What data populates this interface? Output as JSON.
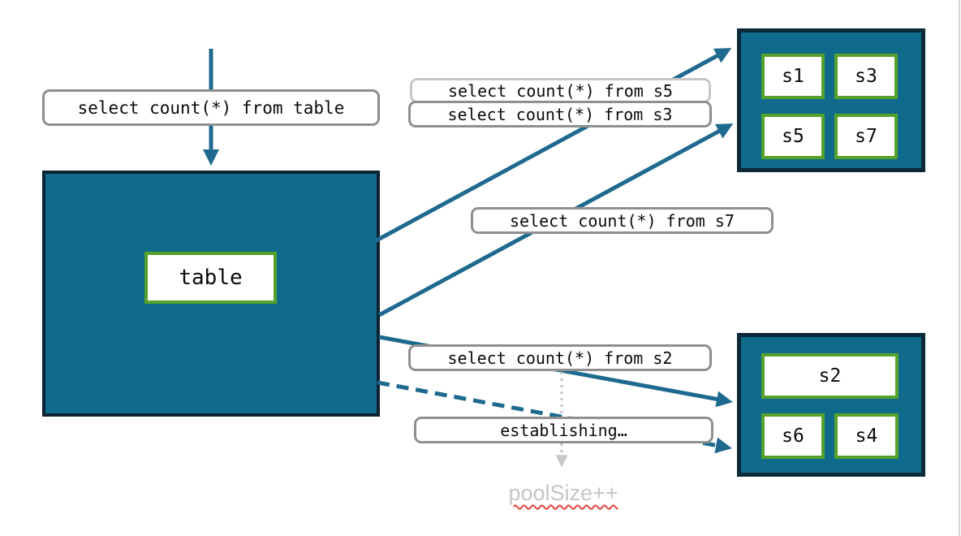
{
  "labels": {
    "query_table": "select count(*) from table",
    "query_s5": "select count(*) from s5",
    "query_s3": "select count(*) from s3",
    "query_s7": "select count(*) from s7",
    "query_s2": "select count(*) from s2",
    "establishing": "establishing…",
    "pool_size": "poolSize++"
  },
  "nodes": {
    "table": "table",
    "pool_top": {
      "cells": [
        "s1",
        "s3",
        "s5",
        "s7"
      ]
    },
    "pool_bottom": {
      "cells": [
        "s2",
        "s6",
        "s4"
      ]
    }
  },
  "colors": {
    "node_fill": "#0F6A8C",
    "node_border": "#0C2937",
    "arrow": "#1E6A8E",
    "cell_border": "#55A22B",
    "label_border": "#8F8F8F",
    "label_border_light": "#C7C7C7",
    "muted_text": "#C6C6C6",
    "spellcheck_squiggle": "#E5453A",
    "dotted_arrow": "#C9C9C9"
  }
}
